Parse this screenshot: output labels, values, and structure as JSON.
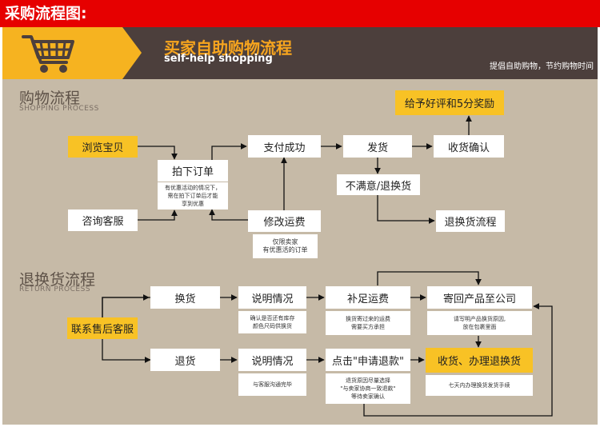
{
  "page_title": "采购流程图:",
  "banner": {
    "title": "买家自助购物流程",
    "subtitle": "self-help shopping",
    "slogan": "提倡自助购物，节约购物时间",
    "icon": "shopping-cart-icon"
  },
  "shopping": {
    "title": "购物流程",
    "subtitle": "SHOPPING PROCESS",
    "browse": "浏览宝贝",
    "consult": "咨询客服",
    "order": "拍下订单",
    "order_note": "有优惠活动的情况下，\n需在拍下订单后才能\n享到优惠",
    "pay": "支付成功",
    "modify_fee": "修改运费",
    "modify_note": "仅限卖家\n有优惠活的订单",
    "ship": "发货",
    "receive": "收货确认",
    "review": "给予好评和5分奖励",
    "unsatisfied": "不满意/退换货",
    "return_flow": "退换货流程"
  },
  "returns": {
    "title": "退换货流程",
    "subtitle": "RETURN PROCESS",
    "contact": "联系售后客服",
    "exchange": "换货",
    "refund": "退货",
    "explain_1": "说明情况",
    "explain_1_note": "确认是否还有库存\n颜色尺码供换货",
    "explain_2": "说明情况",
    "explain_2_note": "与客服沟通完毕",
    "supplement": "补足运费",
    "supplement_note": "换货寄过来的运费\n需要买方承担",
    "apply": "点击\"申请退款\"",
    "apply_note": "退货原因尽量选择\n\"与卖家协商一致退款\"\n等待卖家确认",
    "send_back": "寄回产品至公司",
    "send_back_note": "请写明产品换货原因,\n放在包裹里面",
    "confirm": "收货、办理退换货",
    "confirm_note": "七天内办理换货发货手续"
  },
  "colors": {
    "accent_red": "#e60000",
    "highlight": "#f8c225",
    "background": "#c6baa7",
    "header": "#4c3f3c",
    "banner": "#f6b320"
  }
}
